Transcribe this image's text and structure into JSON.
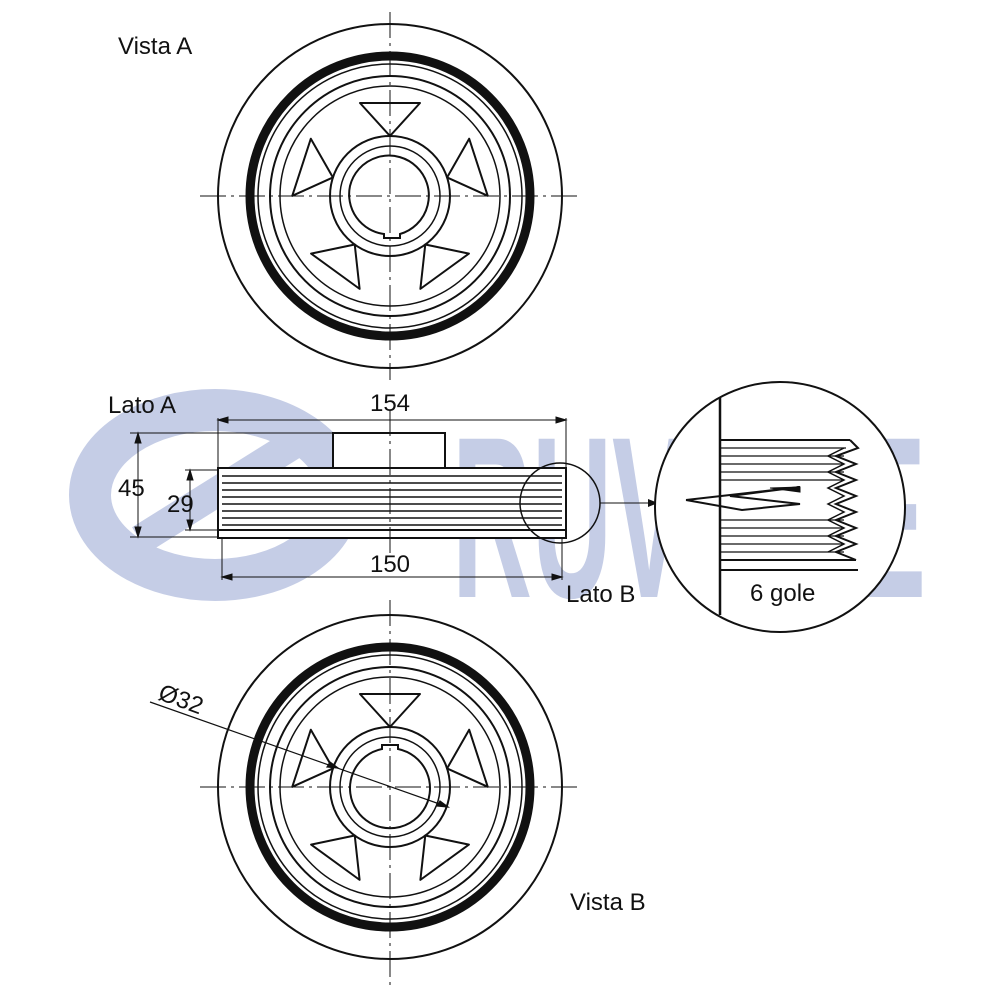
{
  "labels": {
    "view_a": "Vista A",
    "view_b": "Vista B",
    "side_a": "Lato A",
    "side_b": "Lato B",
    "grooves": "6 gole"
  },
  "dimensions": {
    "overall_width": "154",
    "pulley_width": "150",
    "overall_height": "45",
    "groove_height": "29",
    "bore_diameter": "Ø32"
  },
  "watermark": {
    "brand": "RUVILLE"
  },
  "colors": {
    "line": "#111111",
    "watermark": "#c5cde6",
    "background": "#ffffff"
  }
}
